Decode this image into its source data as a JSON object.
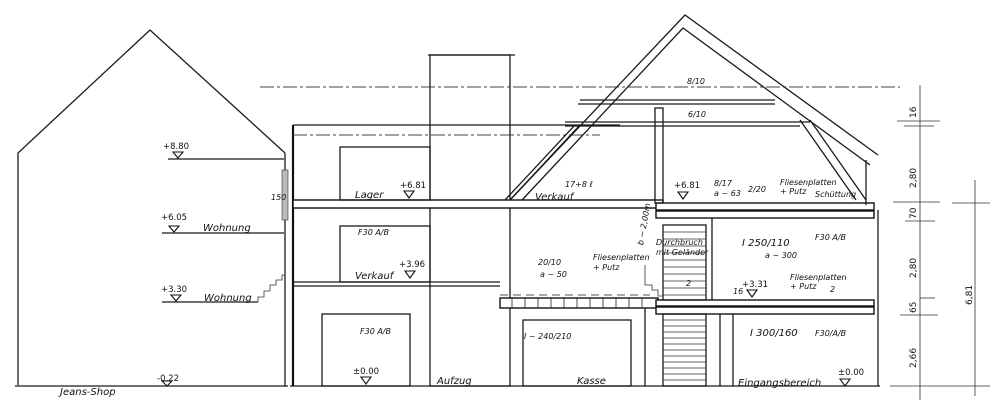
{
  "drawing": {
    "type": "architectural-section",
    "left_building": {
      "labels": {
        "ground": "Jeans-Shop",
        "floor1": "Wohnung",
        "floor2": "Wohnung"
      },
      "levels": {
        "ground": "-0.22",
        "floor1": "+3.30",
        "floor2": "+6.05",
        "floor3": "+8.80"
      },
      "wall_note": "150"
    },
    "main_building": {
      "rooms": {
        "ground_left": "Aufzug",
        "ground_mid": "Kasse",
        "ground_right": "Eingangsbereich",
        "first_left": "Verkauf",
        "second_left": "Lager",
        "attic": "Verkauf",
        "stair_note_1": "Durchbruch",
        "stair_note_2": "mit Geländer"
      },
      "levels": {
        "ground_left": "±0.00",
        "ground_right": "±0.00",
        "first_left": "+3.96",
        "first_right": "+3.31",
        "second_left": "+6.81",
        "second_right": "+6.81"
      },
      "annotations": {
        "fire_door_upper": "F30 A/B",
        "fire_door_lower": "F30 A/B",
        "fire_right_upper": "F30 A/B",
        "fire_right_lower": "F30/A/B",
        "beam_lower_mid": "I ~ 240/210",
        "beam_right_upper": "I 250/110",
        "beam_right_upper_spacing": "a ~ 300",
        "beam_right_lower": "I 300/160",
        "joist_mid": "20/10",
        "joist_mid_spacing": "a ~ 50",
        "tiles_mid_1": "Fliesenplatten",
        "tiles_mid_2": "+ Putz",
        "tiles_right_1": "Fliesenplatten",
        "tiles_right_2": "+ Putz",
        "tiles_right_lower_1": "Fliesenplatten",
        "tiles_right_lower_2": "+ Putz",
        "screed": "Schüttung",
        "attic_joist": "17+8 ℓ",
        "joist_right": "8/17",
        "joist_right_spacing": "a ~ 63",
        "plank": "2/20",
        "stair_width": "b ~ 2,00m",
        "step_mark_1": "2",
        "step_mark_2": "2",
        "wall_mark": "16",
        "rafter_top": "8/10",
        "rafter_bottom": "6/10"
      }
    },
    "dimensions": {
      "segments": [
        "2,66",
        "65",
        "2,80",
        "70",
        "2,80",
        "16"
      ],
      "total": "6,81"
    }
  }
}
